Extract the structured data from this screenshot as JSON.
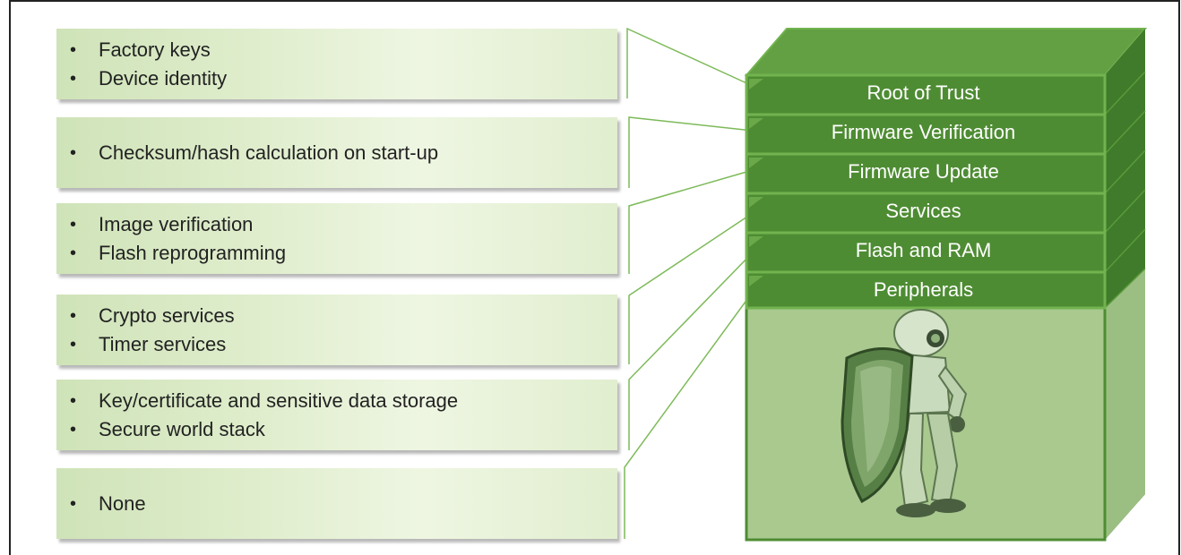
{
  "panels": [
    {
      "items": [
        "Factory keys",
        "Device identity"
      ]
    },
    {
      "items": [
        "Checksum/hash calculation on start-up"
      ]
    },
    {
      "items": [
        "Image verification",
        "Flash reprogramming"
      ]
    },
    {
      "items": [
        "Crypto services",
        "Timer services"
      ]
    },
    {
      "items": [
        "Key/certificate and sensitive data storage",
        "Secure world stack"
      ]
    },
    {
      "items": [
        "None"
      ]
    }
  ],
  "bullet": "•",
  "layers": [
    "Root of Trust",
    "Firmware Verification",
    "Firmware Update",
    "Services",
    "Flash and RAM",
    "Peripherals"
  ],
  "colors": {
    "layer_green": "#4e8c33",
    "layer_border": "#72b34f",
    "cube_top": "#63a044",
    "cube_side": "#3f7b2a",
    "base_fill": "#a9c98f",
    "connector": "#7dba59"
  },
  "illustration": {
    "icon": "robot-with-shield-icon"
  }
}
